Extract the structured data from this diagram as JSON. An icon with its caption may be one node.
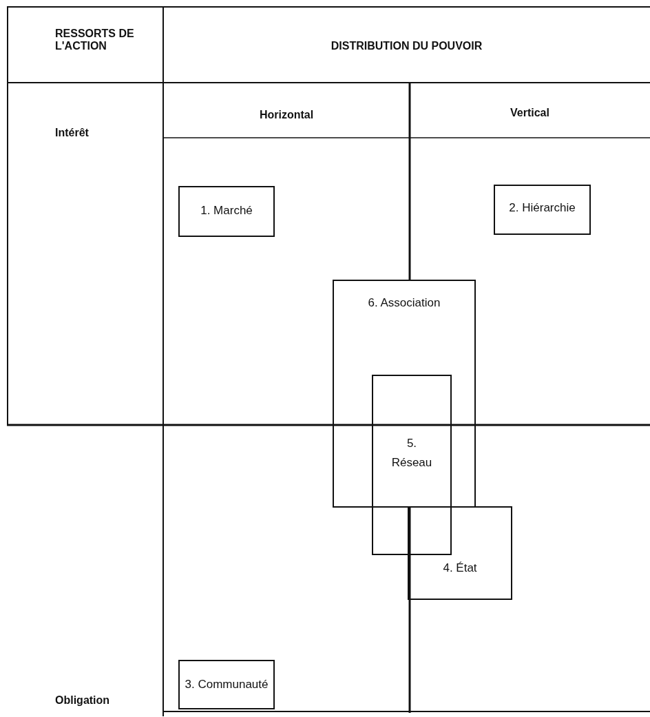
{
  "diagram": {
    "nodes": [
      {
        "text": [
          "1. Marché"
        ]
      },
      {
        "text": [
          "2. Hiérarchie"
        ]
      },
      {
        "text": [
          "6. Association"
        ]
      },
      {
        "text": [
          "5.",
          "Réseau"
        ]
      },
      {
        "text": [
          "4. État"
        ]
      },
      {
        "text": [
          "3. Communauté"
        ]
      }
    ],
    "labels": [
      "RESSORTS DE L'ACTION",
      "DISTRIBUTION DU POUVOIR",
      "Horizontal",
      "Vertical",
      "Intérêt",
      "Obligation"
    ]
  }
}
